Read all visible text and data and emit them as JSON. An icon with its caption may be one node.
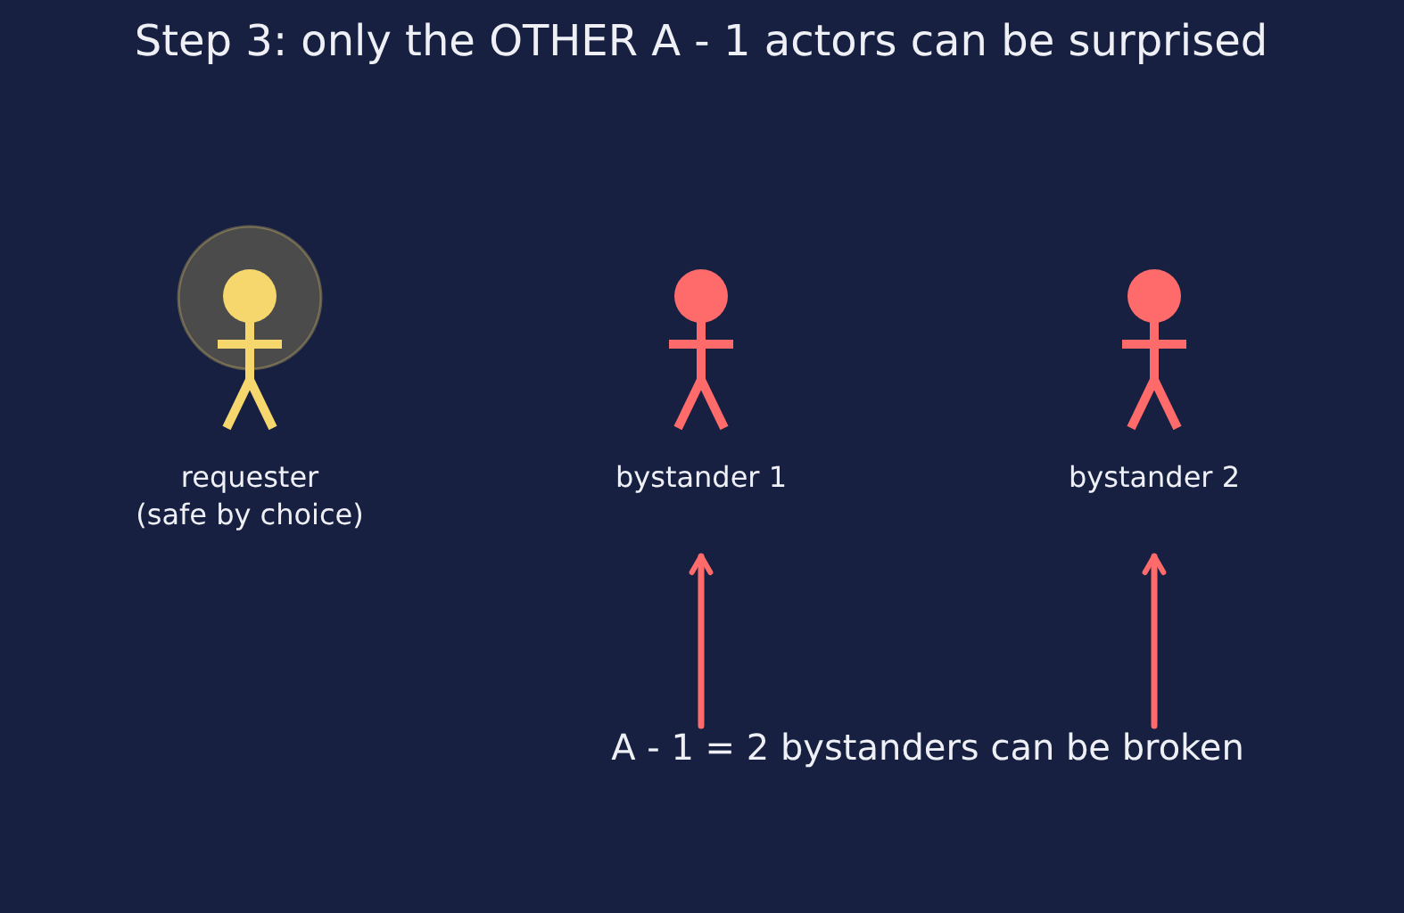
{
  "diagram": {
    "title": "Step 3: only the OTHER A - 1 actors can be surprised",
    "nodes": [
      {
        "text": [
          "requester",
          "(safe by choice)"
        ]
      },
      {
        "text": [
          "bystander 1"
        ]
      },
      {
        "text": [
          "bystander 2"
        ]
      },
      {
        "text": [
          "A - 1 = 2 bystanders can be broken"
        ]
      }
    ],
    "edges": [
      {
        "from": 3,
        "to": 1,
        "arrow": "to"
      },
      {
        "from": 3,
        "to": 2,
        "arrow": "to"
      }
    ]
  }
}
